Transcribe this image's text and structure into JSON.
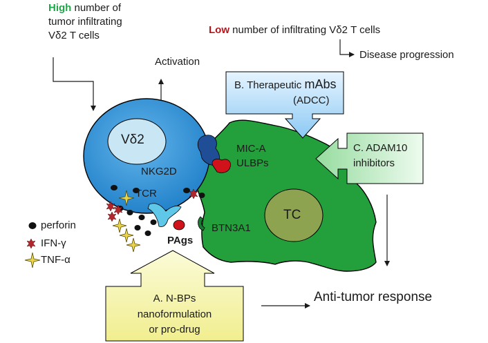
{
  "top_left": {
    "highlight": "High",
    "line1_rest": " number of",
    "line2": "tumor infiltrating",
    "line3": "Vδ2 T cells"
  },
  "top_right": {
    "highlight": "Low",
    "rest": " number of infiltrating Vδ2 T cells",
    "disease_progression": "Disease progression"
  },
  "activation": "Activation",
  "box_b": {
    "title_prefix": "B. Therapeutic ",
    "title_big": "mAbs",
    "subtitle": "(ADCC)"
  },
  "box_c": {
    "line1": "C. ADAM10",
    "line2": "inhibitors"
  },
  "box_a": {
    "line1": "A. N-BPs",
    "line2": "nanoformulation",
    "line3": "or pro-drug"
  },
  "cell_labels": {
    "vd2": "Vδ2",
    "nkg2d": "NKG2D",
    "tcr": "TCR",
    "mica": "MIC-A",
    "ulbps": "ULBPs",
    "tc": "TC",
    "btn3a1": "BTN3A1",
    "pags": "PAgs"
  },
  "legend": {
    "perforin": "perforin",
    "ifn": "IFN-γ",
    "tnf": "TNF-α"
  },
  "outcome": "Anti-tumor response",
  "colors": {
    "vd2_cell": "#2f8fd3",
    "vd2_nucleus": "#c9e6f5",
    "tumor_cell": "#23a03b",
    "tumor_nucleus": "#8da34f",
    "box_b_fill": "#b9defb",
    "box_c_fill": "#c9f0cd",
    "box_a_fill": "#f8f7b3",
    "high_text": "#1fa84a",
    "low_text": "#b8141b",
    "nkg2d_receptor": "#1f4e96",
    "ligand": "#d0121b",
    "tcr_receptor": "#5fc8e8",
    "btn3a1_receptor": "#1b7a33"
  }
}
